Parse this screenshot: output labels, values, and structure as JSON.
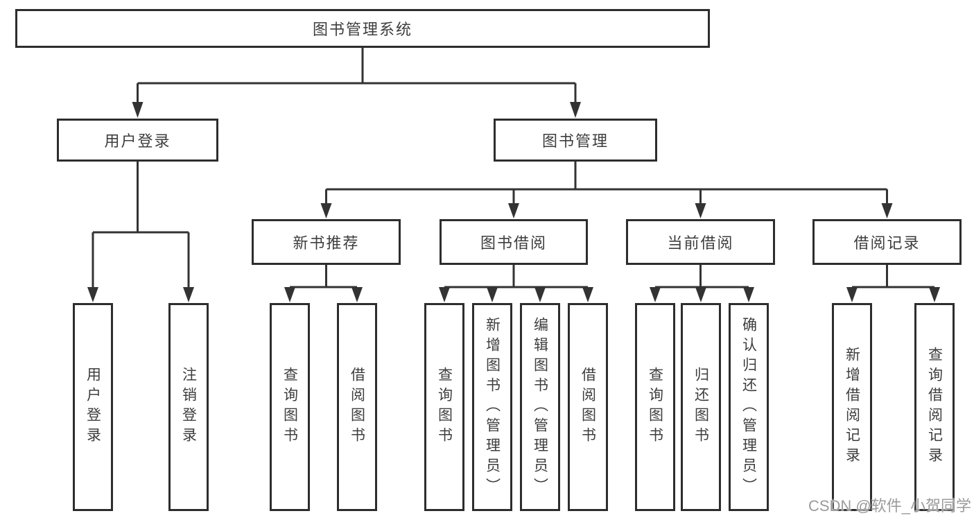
{
  "tree": {
    "root": {
      "label": "图书管理系统"
    },
    "branches": [
      {
        "label": "用户登录",
        "children": [
          {
            "label": "用户登录"
          },
          {
            "label": "注销登录"
          }
        ]
      },
      {
        "label": "图书管理",
        "children": [
          {
            "label": "新书推荐",
            "children": [
              {
                "label": "查询图书"
              },
              {
                "label": "借阅图书"
              }
            ]
          },
          {
            "label": "图书借阅",
            "children": [
              {
                "label": "查询图书"
              },
              {
                "label": "新增图书（管理员）"
              },
              {
                "label": "编辑图书（管理员）"
              },
              {
                "label": "借阅图书"
              }
            ]
          },
          {
            "label": "当前借阅",
            "children": [
              {
                "label": "查询图书"
              },
              {
                "label": "归还图书"
              },
              {
                "label": "确认归还（管理员）"
              }
            ]
          },
          {
            "label": "借阅记录",
            "children": [
              {
                "label": "新增借阅记录"
              },
              {
                "label": "查询借阅记录"
              }
            ]
          }
        ]
      }
    ]
  },
  "watermark": {
    "text": "CSDN @软件_小贺同学",
    "color": "#9b9b9b"
  },
  "colors": {
    "line": "#333333",
    "border": "#2d2d2d",
    "text": "#3d3d3d",
    "background": "#ffffff"
  }
}
